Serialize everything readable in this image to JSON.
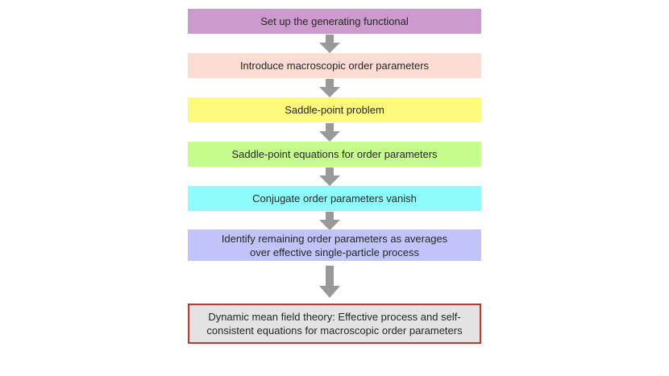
{
  "flowchart": {
    "arrow_color": "#999999",
    "text_color": "#262626",
    "steps": [
      {
        "label": "Set up the generating functional",
        "bg": "#cd9acd"
      },
      {
        "label": "Introduce macroscopic order parameters",
        "bg": "#fcdcd3"
      },
      {
        "label": "Saddle-point problem",
        "bg": "#fdfa7e"
      },
      {
        "label": "Saddle-point equations for order parameters",
        "bg": "#c6fc8c"
      },
      {
        "label": "Conjugate order parameters vanish",
        "bg": "#8ffcfc"
      },
      {
        "lines": [
          "Identify remaining order parameters as averages",
          "over effective single-particle process"
        ],
        "bg": "#c0c4f8"
      },
      {
        "lines": [
          "Dynamic mean field theory: Effective process and self-",
          "consistent equations for macroscopic order parameters"
        ],
        "bg": "#e3e3e3",
        "border": "#bf3a26"
      }
    ]
  }
}
